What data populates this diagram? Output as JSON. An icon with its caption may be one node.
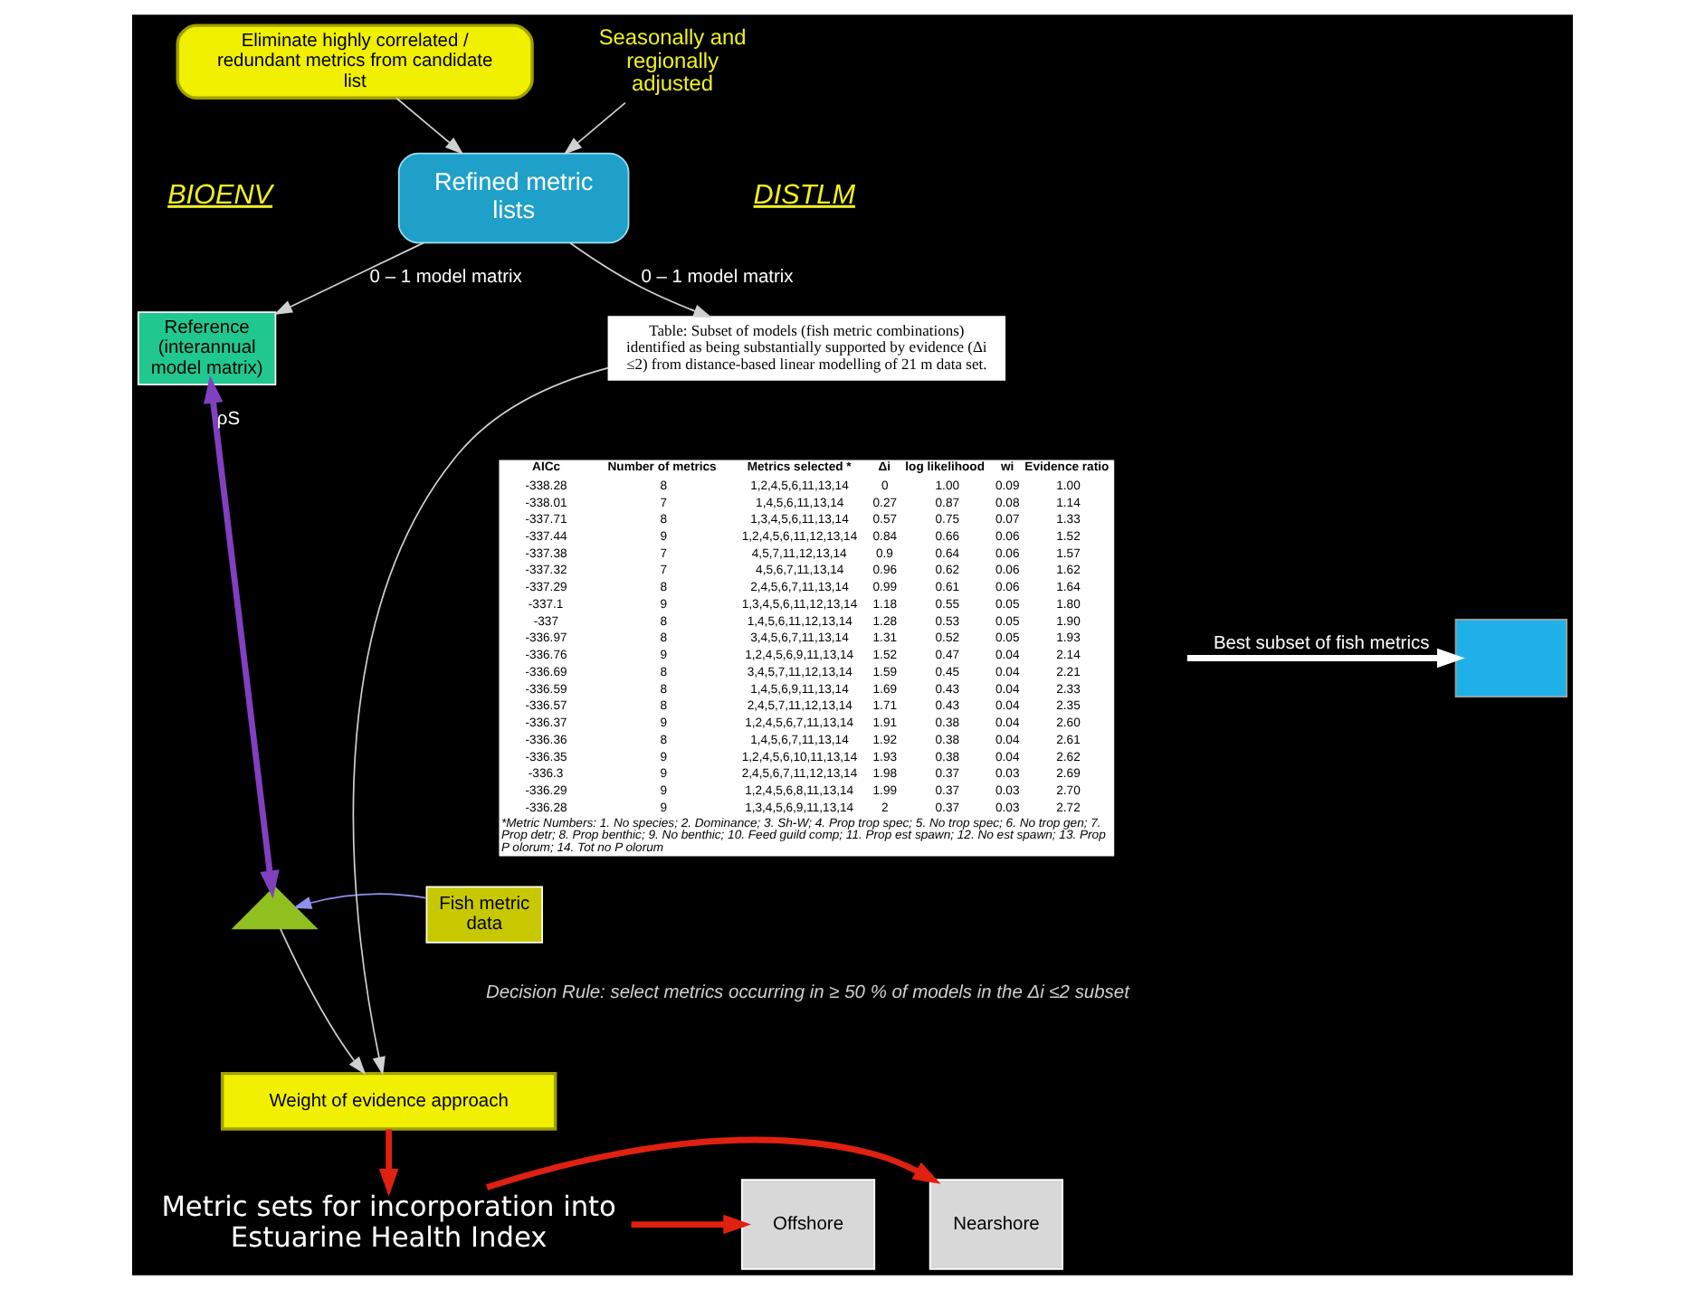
{
  "diagram": {
    "nodes": [
      {
        "text": [
          "Eliminate highly correlated / redundant metrics from candidate list"
        ]
      },
      {
        "text": [
          "Refined metric lists"
        ]
      },
      {
        "text": [
          "Seasonally and regionally adjusted"
        ]
      },
      {
        "text": [
          "Reference",
          "(interannual model matrix)"
        ]
      },
      {
        "text": [
          "Fish metric data"
        ]
      },
      {
        "text": [],
        "shape": "triangle"
      },
      {
        "text": [],
        "shape": "box"
      },
      {
        "text": [
          "Table: Subset of models (fish metric combinations) identified as being substantially supported by evidence (Δi ≤2) from distance-based linear modelling of 21 m data set."
        ]
      },
      {
        "text": [
          "Weight of evidence approach"
        ]
      },
      {
        "text": [
          "Metric sets for incorporation into Estuarine Health Index"
        ]
      },
      {
        "text": [
          "Offshore"
        ]
      },
      {
        "text": [
          "Nearshore"
        ]
      }
    ],
    "edges": [
      {
        "from": 0,
        "to": 1,
        "arrow": "to"
      },
      {
        "from": 2,
        "to": 1,
        "arrow": "to"
      },
      {
        "from": 1,
        "to": 3,
        "arrow": "to",
        "label": "0 – 1 model matrix"
      },
      {
        "from": 1,
        "to": 7,
        "arrow": "to",
        "label": "0 – 1 model matrix"
      },
      {
        "from": 4,
        "to": 5,
        "arrow": "to",
        "color": "#9090f0"
      },
      {
        "from": 3,
        "to": 5,
        "arrow": "both",
        "label": "ρS",
        "style": "thick",
        "color": "#8040c0"
      },
      {
        "from": null,
        "to": 6,
        "arrow": "to",
        "label": "Best subset of fish metrics",
        "style": "thick",
        "color": "#ffffff"
      },
      {
        "from": 5,
        "to": 8,
        "arrow": "to"
      },
      {
        "from": 7,
        "to": 8,
        "arrow": "to"
      },
      {
        "from": 8,
        "to": 9,
        "arrow": "to",
        "style": "thick",
        "color": "#e02010"
      },
      {
        "from": 9,
        "to": 10,
        "arrow": "to",
        "style": "thick",
        "color": "#e02010"
      },
      {
        "from": 9,
        "to": 11,
        "arrow": "to",
        "style": "thick",
        "color": "#e02010"
      }
    ],
    "labels": [
      "BIOENV",
      "DISTLM",
      "AICc",
      "Number of metrics",
      "Metrics selected *",
      "Δi",
      "log likelihood",
      "wi",
      "Evidence ratio",
      "-338.28",
      "8",
      "1,2,4,5,6,11,13,14",
      "0",
      "1.00",
      "0.09",
      "1.00",
      "-338.01",
      "7",
      "1,4,5,6,11,13,14",
      "0.27",
      "0.87",
      "0.08",
      "1.14",
      "-337.71",
      "8",
      "1,3,4,5,6,11,13,14",
      "0.57",
      "0.75",
      "0.07",
      "1.33",
      "-337.44",
      "9",
      "1,2,4,5,6,11,12,13,14",
      "0.84",
      "0.66",
      "0.06",
      "1.52",
      "-337.38",
      "7",
      "4,5,7,11,12,13,14",
      "0.9",
      "0.64",
      "0.06",
      "1.57",
      "-337.32",
      "7",
      "4,5,6,7,11,13,14",
      "0.96",
      "0.62",
      "0.06",
      "1.62",
      "-337.29",
      "8",
      "2,4,5,6,7,11,13,14",
      "0.99",
      "0.61",
      "0.06",
      "1.64",
      "-337.1",
      "9",
      "1,3,4,5,6,11,12,13,14",
      "1.18",
      "0.55",
      "0.05",
      "1.80",
      "-337",
      "8",
      "1,4,5,6,11,12,13,14",
      "1.28",
      "0.53",
      "0.05",
      "1.90",
      "-336.97",
      "8",
      "3,4,5,6,7,11,13,14",
      "1.31",
      "0.52",
      "0.05",
      "1.93",
      "-336.76",
      "9",
      "1,2,4,5,6,9,11,13,14",
      "1.52",
      "0.47",
      "0.04",
      "2.14",
      "-336.69",
      "8",
      "3,4,5,7,11,12,13,14",
      "1.59",
      "0.45",
      "0.04",
      "2.21",
      "-336.59",
      "8",
      "1,4,5,6,9,11,13,14",
      "1.69",
      "0.43",
      "0.04",
      "2.33",
      "-336.57",
      "8",
      "2,4,5,7,11,12,13,14",
      "1.71",
      "0.43",
      "0.04",
      "2.35",
      "-336.37",
      "9",
      "1,2,4,5,6,7,11,13,14",
      "1.91",
      "0.38",
      "0.04",
      "2.60",
      "-336.36",
      "8",
      "1,4,5,6,7,11,13,14",
      "1.92",
      "0.38",
      "0.04",
      "2.61",
      "-336.35",
      "9",
      "1,2,4,5,6,10,11,13,14",
      "1.93",
      "0.38",
      "0.04",
      "2.62",
      "-336.3",
      "9",
      "2,4,5,6,7,11,12,13,14",
      "1.98",
      "0.37",
      "0.03",
      "2.69",
      "-336.29",
      "9",
      "1,2,4,5,6,8,11,13,14",
      "1.99",
      "0.37",
      "0.03",
      "2.70",
      "-336.28",
      "9",
      "1,3,4,5,6,9,11,13,14",
      "2",
      "0.37",
      "0.03",
      "2.72",
      "*Metric Numbers: 1. No species; 2. Dominance; 3. Sh-W; 4. Prop trop spec; 5. No trop spec; 6. No trop gen; 7. Prop detr; 8. Prop benthic; 9. No benthic; 10. Feed guild comp; 11. Prop est spawn; 12. No est spawn; 13. Prop P olorum; 14. Tot no P olorum",
      "Decision Rule: select metrics occurring in ≥ 50 % of models in the Δi ≤2 subset"
    ]
  }
}
